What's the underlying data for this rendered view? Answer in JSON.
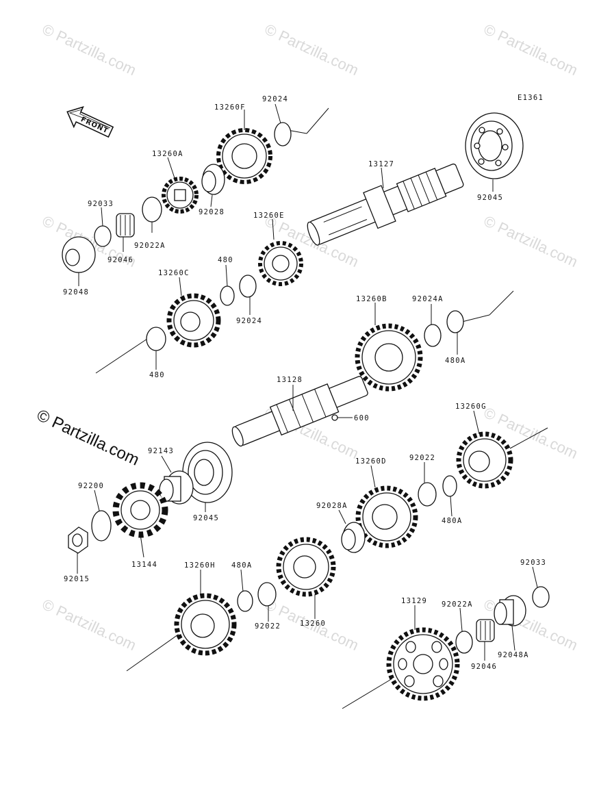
{
  "diagram": {
    "code": "E1361",
    "front_label": "FRONT",
    "watermark": "© Partzilla.com",
    "labels": {
      "p13260F": "13260F",
      "p92024a": "92024",
      "p13260A": "13260A",
      "p92028": "92028",
      "p13127": "13127",
      "p92045a": "92045",
      "p92033a": "92033",
      "p92022Aa": "92022A",
      "p92046a": "92046",
      "p92048": "92048",
      "p13260E": "13260E",
      "p480a": "480",
      "p13260C": "13260C",
      "p92024b": "92024",
      "p480b": "480",
      "p13260B": "13260B",
      "p92024A": "92024A",
      "p480Aa": "480A",
      "p13128": "13128",
      "p600": "600",
      "p13260G": "13260G",
      "p92143": "92143",
      "p92045b": "92045",
      "p92200": "92200",
      "p13144": "13144",
      "p92015": "92015",
      "p13260D": "13260D",
      "p92022a": "92022",
      "p480Ab": "480A",
      "p92028A": "92028A",
      "p13260H": "13260H",
      "p480Ac": "480A",
      "p92022b": "92022",
      "p13260": "13260",
      "p92033b": "92033",
      "p13129": "13129",
      "p92022Ab": "92022A",
      "p92048A": "92048A",
      "p92046b": "92046"
    }
  }
}
